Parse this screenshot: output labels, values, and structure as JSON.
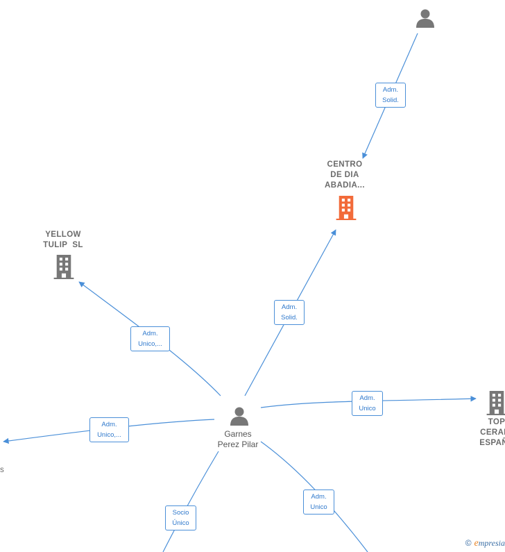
{
  "colors": {
    "edge": "#4a8fd8",
    "node_gray": "#777777",
    "node_highlight": "#f26b3a",
    "label_text": "#2e78cc"
  },
  "nodes": {
    "top_person": {
      "icon": "person-icon"
    },
    "centro": {
      "label_lines": [
        "CENTRO",
        "DE DIA",
        "ABADIA..."
      ],
      "icon": "building-icon"
    },
    "yellow": {
      "label_lines": [
        "YELLOW",
        "TULIP  SL"
      ],
      "icon": "building-icon"
    },
    "top_ceram": {
      "label_lines": [
        "TOP",
        "CERAMI",
        "ESPAÑA"
      ],
      "icon": "building-icon"
    },
    "left_partial": {
      "text": "s"
    },
    "center_person": {
      "label_lines": [
        "Garnes",
        "Perez Pilar"
      ],
      "icon": "person-icon"
    }
  },
  "edges": {
    "top_to_centro": [
      "Adm.",
      "Solid."
    ],
    "center_to_centro": [
      "Adm.",
      "Solid."
    ],
    "center_to_yellow": [
      "Adm.",
      "Unico,..."
    ],
    "center_to_top_ceram": [
      "Adm.",
      "Unico"
    ],
    "center_to_left": [
      "Adm.",
      "Unico,..."
    ],
    "center_to_bottom_right": [
      "Adm.",
      "Unico"
    ],
    "center_to_bottom_left": [
      "Socio",
      "Único"
    ]
  },
  "watermark": {
    "copyright": "©",
    "brand_initial": "e",
    "brand_rest": "mpresia"
  }
}
